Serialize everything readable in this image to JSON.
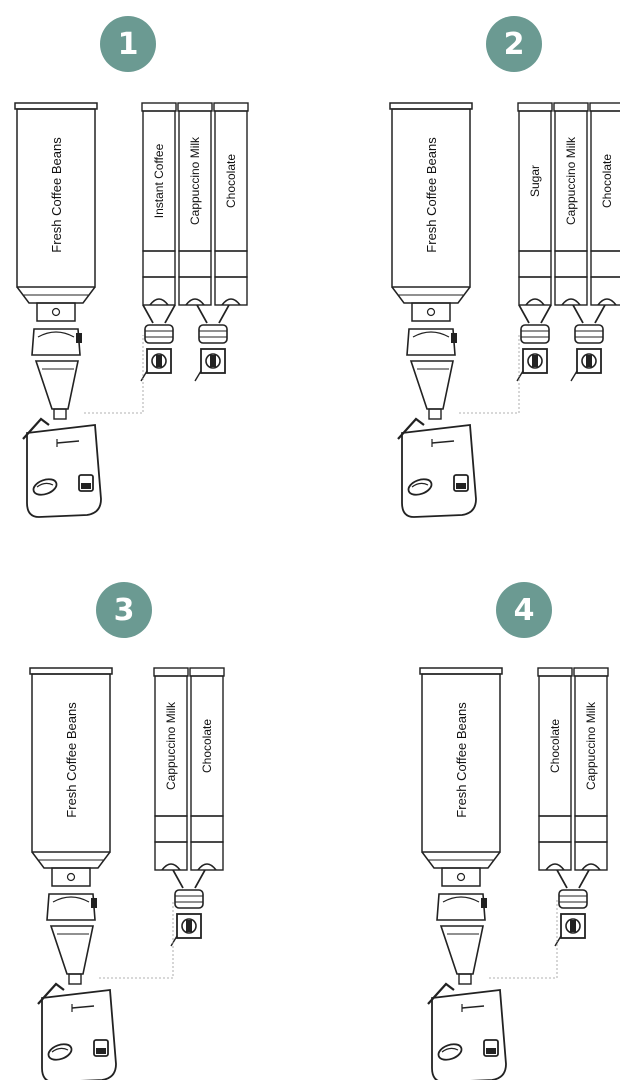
{
  "colors": {
    "badge": "#6b9a92",
    "line": "#222222"
  },
  "configurations": [
    {
      "number": "1",
      "bean_hopper": "Fresh Coffee Beans",
      "canisters": [
        "Instant Coffee",
        "Cappuccino Milk",
        "Chocolate"
      ]
    },
    {
      "number": "2",
      "bean_hopper": "Fresh Coffee Beans",
      "canisters": [
        "Sugar",
        "Cappuccino Milk",
        "Chocolate"
      ]
    },
    {
      "number": "3",
      "bean_hopper": "Fresh Coffee Beans",
      "canisters": [
        "Cappuccino Milk",
        "Chocolate"
      ]
    },
    {
      "number": "4",
      "bean_hopper": "Fresh Coffee Beans",
      "canisters": [
        "Chocolate",
        "Cappuccino Milk"
      ]
    }
  ]
}
